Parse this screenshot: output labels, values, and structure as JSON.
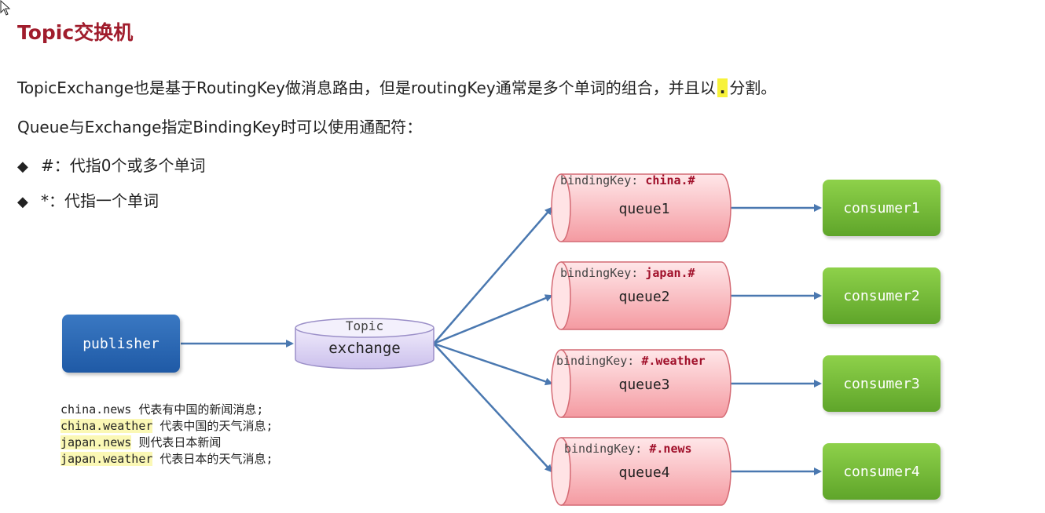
{
  "title": "Topic交换机",
  "intro": {
    "line1_before": "TopicExchange也是基于RoutingKey做消息路由，但是routingKey通常是多个单词的组合，并且以",
    "line1_dot": ".",
    "line1_after": "分割。",
    "line2": "Queue与Exchange指定BindingKey时可以使用通配符："
  },
  "bullets": [
    {
      "symbol": "◆",
      "text": "#：代指0个或多个单词"
    },
    {
      "symbol": "◆",
      "text": "*：代指一个单词"
    }
  ],
  "publisher": {
    "label": "publisher"
  },
  "exchange": {
    "type": "Topic",
    "name": "exchange"
  },
  "queues": [
    {
      "bk_prefix": "bindingKey: ",
      "bk_key": "china.#",
      "name": "queue1",
      "consumer": "consumer1"
    },
    {
      "bk_prefix": "bindingKey: ",
      "bk_key": "japan.#",
      "name": "queue2",
      "consumer": "consumer2"
    },
    {
      "bk_prefix": "bindingKey: ",
      "bk_key": "#.weather",
      "name": "queue3",
      "consumer": "consumer3"
    },
    {
      "bk_prefix": "bindingKey: ",
      "bk_key": "#.news",
      "name": "queue4",
      "consumer": "consumer4"
    }
  ],
  "notes": [
    {
      "key": "china.news",
      "desc": " 代表有中国的新闻消息;"
    },
    {
      "key": "china.weather",
      "desc": " 代表中国的天气消息;"
    },
    {
      "key": "japan.news",
      "desc": " 则代表日本新闻"
    },
    {
      "key": "japan.weather",
      "desc": " 代表日本的天气消息;"
    }
  ],
  "colors": {
    "title": "#a01c2c",
    "binding_key": "#a0102a",
    "publisher": "#2a68b4",
    "consumer": "#72b83a",
    "queue": "#f6a9ae",
    "exchange": "#d7cff0",
    "arrow": "#4a78b0"
  }
}
